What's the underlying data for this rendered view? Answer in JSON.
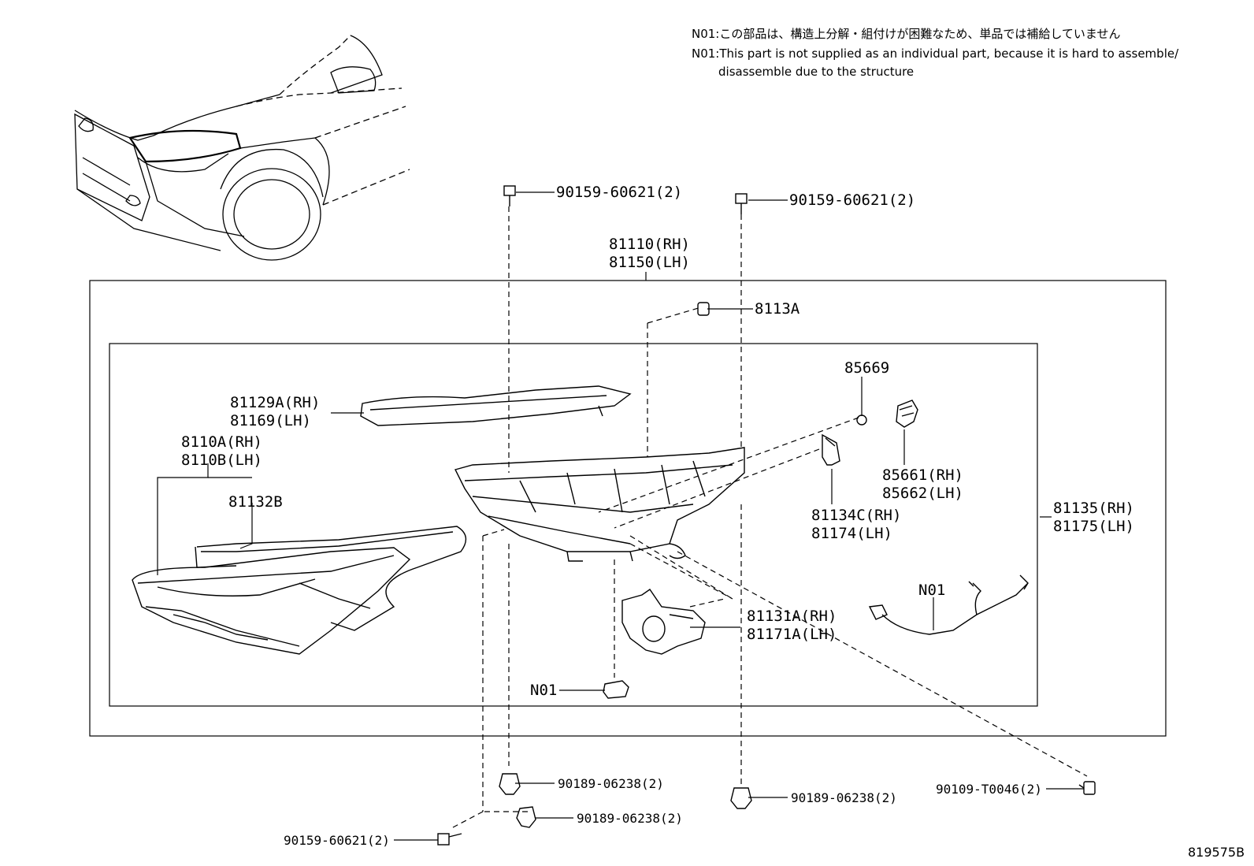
{
  "notes": {
    "line_jp": "N01:この部品は、構造上分解・組付けが困難なため、単品では補給していません",
    "line_en_1": "N01:This part is not supplied as an individual part, because it is hard to assemble/",
    "line_en_2": "disassemble due to the structure"
  },
  "reference_number": "819575B",
  "parts": {
    "bolt_top_left": "90159-60621(2)",
    "bolt_top_right": "90159-60621(2)",
    "headlamp_assy_rh": "81110(RH)",
    "headlamp_assy_lh": "81150(LH)",
    "cap_8113A": "8113A",
    "bulb_85669": "85669",
    "trim_rh": "81129A(RH)",
    "trim_lh": "81169(LH)",
    "lens_rh": "8110A(RH)",
    "lens_lh": "8110B(LH)",
    "gasket": "81132B",
    "socket_rh": "85661(RH)",
    "socket_lh": "85662(LH)",
    "housing_rh": "81135(RH)",
    "housing_lh": "81175(LH)",
    "cover_rh": "81134C(RH)",
    "cover_lh": "81174(LH)",
    "harness_n01": "N01",
    "module_rh": "81131A(RH)",
    "module_lh": "81171A(LH)",
    "unit_n01": "N01",
    "grommet_left": "90189-06238(2)",
    "grommet_right": "90189-06238(2)",
    "grommet_lower": "90189-06238(2)",
    "screw_right": "90109-T0046(2)",
    "bolt_bottom": "90159-60621(2)"
  },
  "colors": {
    "line": "#000000",
    "background": "#ffffff"
  }
}
